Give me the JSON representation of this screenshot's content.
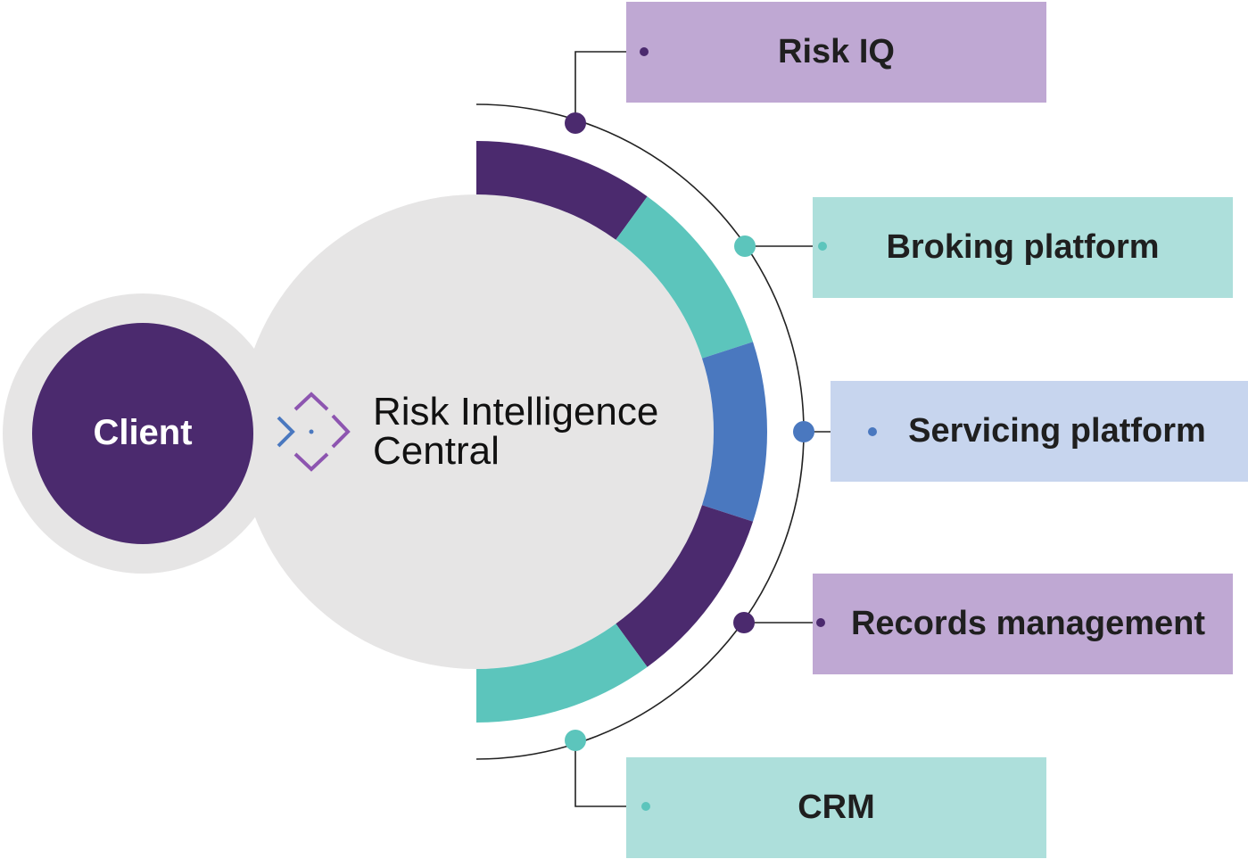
{
  "client": {
    "label": "Client"
  },
  "hub": {
    "title_line1": "Risk Intelligence",
    "title_line2": "Central",
    "logo_icon": "diamond-chevron-logo-icon"
  },
  "systems": [
    {
      "label": "Risk IQ",
      "box_color": "#bfa8d3",
      "dot_color": "#4b2a6e"
    },
    {
      "label": "Broking platform",
      "box_color": "#addfdb",
      "dot_color": "#5cc5bc"
    },
    {
      "label": "Servicing platform",
      "box_color": "#c7d5ee",
      "dot_color": "#4a78bf"
    },
    {
      "label": "Records management",
      "box_color": "#bfa8d3",
      "dot_color": "#4b2a6e"
    },
    {
      "label": "CRM",
      "box_color": "#addfdb",
      "dot_color": "#5cc5bc"
    }
  ],
  "colors": {
    "purple": "#4b2a6e",
    "teal": "#5cc5bc",
    "blue": "#4a78bf",
    "light_gray": "#e6e5e5"
  }
}
